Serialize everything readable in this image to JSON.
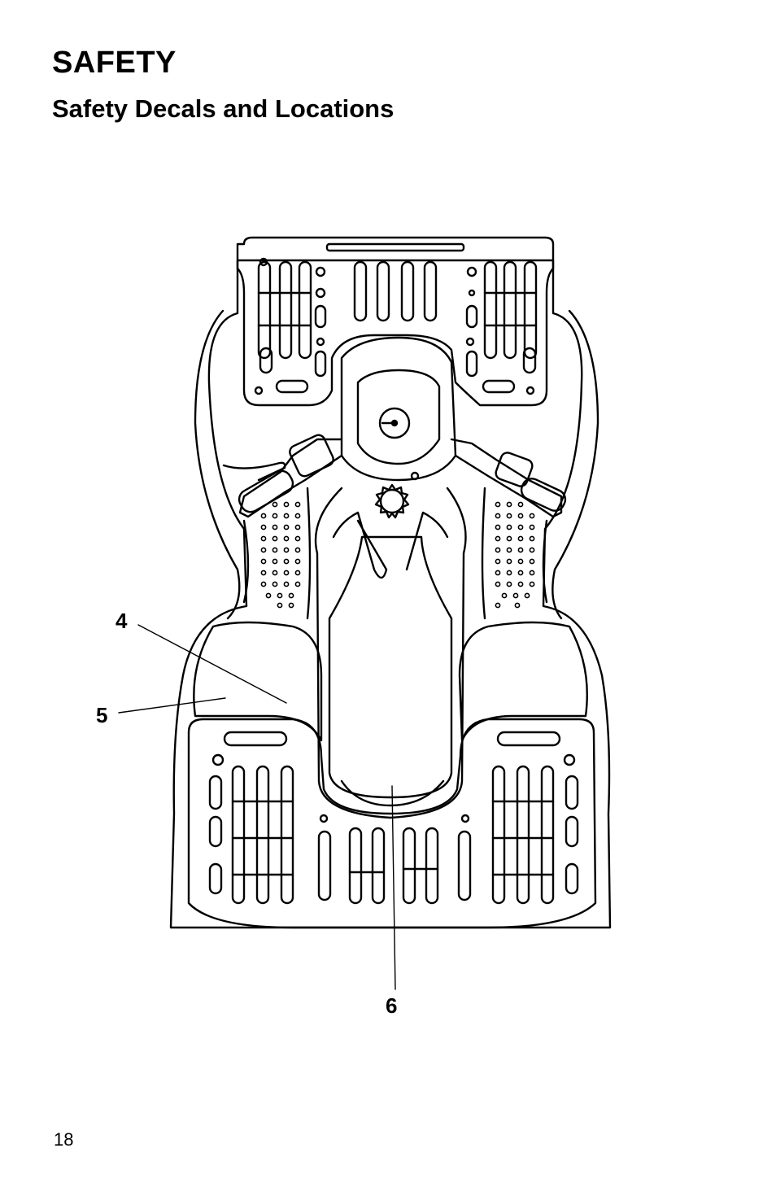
{
  "header": {
    "section": "SAFETY",
    "title": "Safety Decals and Locations"
  },
  "figure": {
    "callouts": [
      {
        "id": "4",
        "label": "4"
      },
      {
        "id": "5",
        "label": "5"
      },
      {
        "id": "6",
        "label": "6"
      }
    ]
  },
  "footer": {
    "page_number": "18"
  }
}
